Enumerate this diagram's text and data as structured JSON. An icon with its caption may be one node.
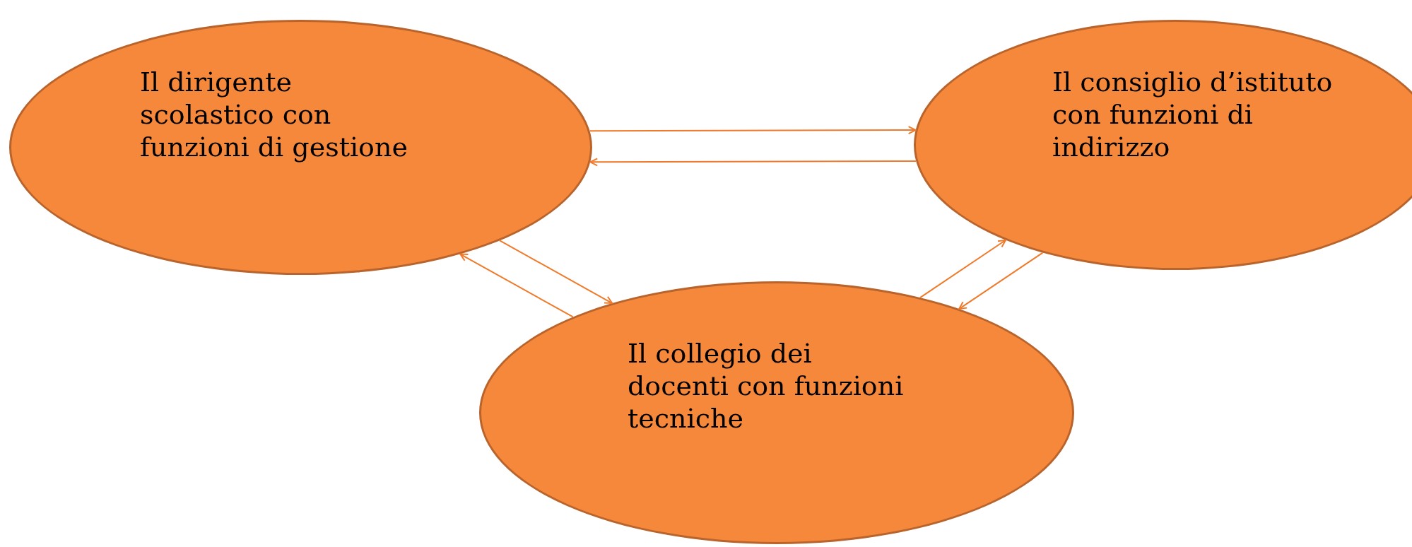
{
  "diagram": {
    "nodes": [
      {
        "text": [
          "Il dirigente scolastico con funzioni di gestione"
        ]
      },
      {
        "text": [
          "Il consiglio d’istituto con funzioni di indirizzo"
        ]
      },
      {
        "text": [
          "Il collegio dei docenti con funzioni tecniche"
        ]
      }
    ],
    "edges": [
      {
        "from": 0,
        "to": 1,
        "arrow": "to"
      },
      {
        "from": 1,
        "to": 0,
        "arrow": "to"
      },
      {
        "from": 0,
        "to": 2,
        "arrow": "to"
      },
      {
        "from": 2,
        "to": 0,
        "arrow": "to"
      },
      {
        "from": 1,
        "to": 2,
        "arrow": "to"
      },
      {
        "from": 2,
        "to": 1,
        "arrow": "to"
      }
    ]
  }
}
